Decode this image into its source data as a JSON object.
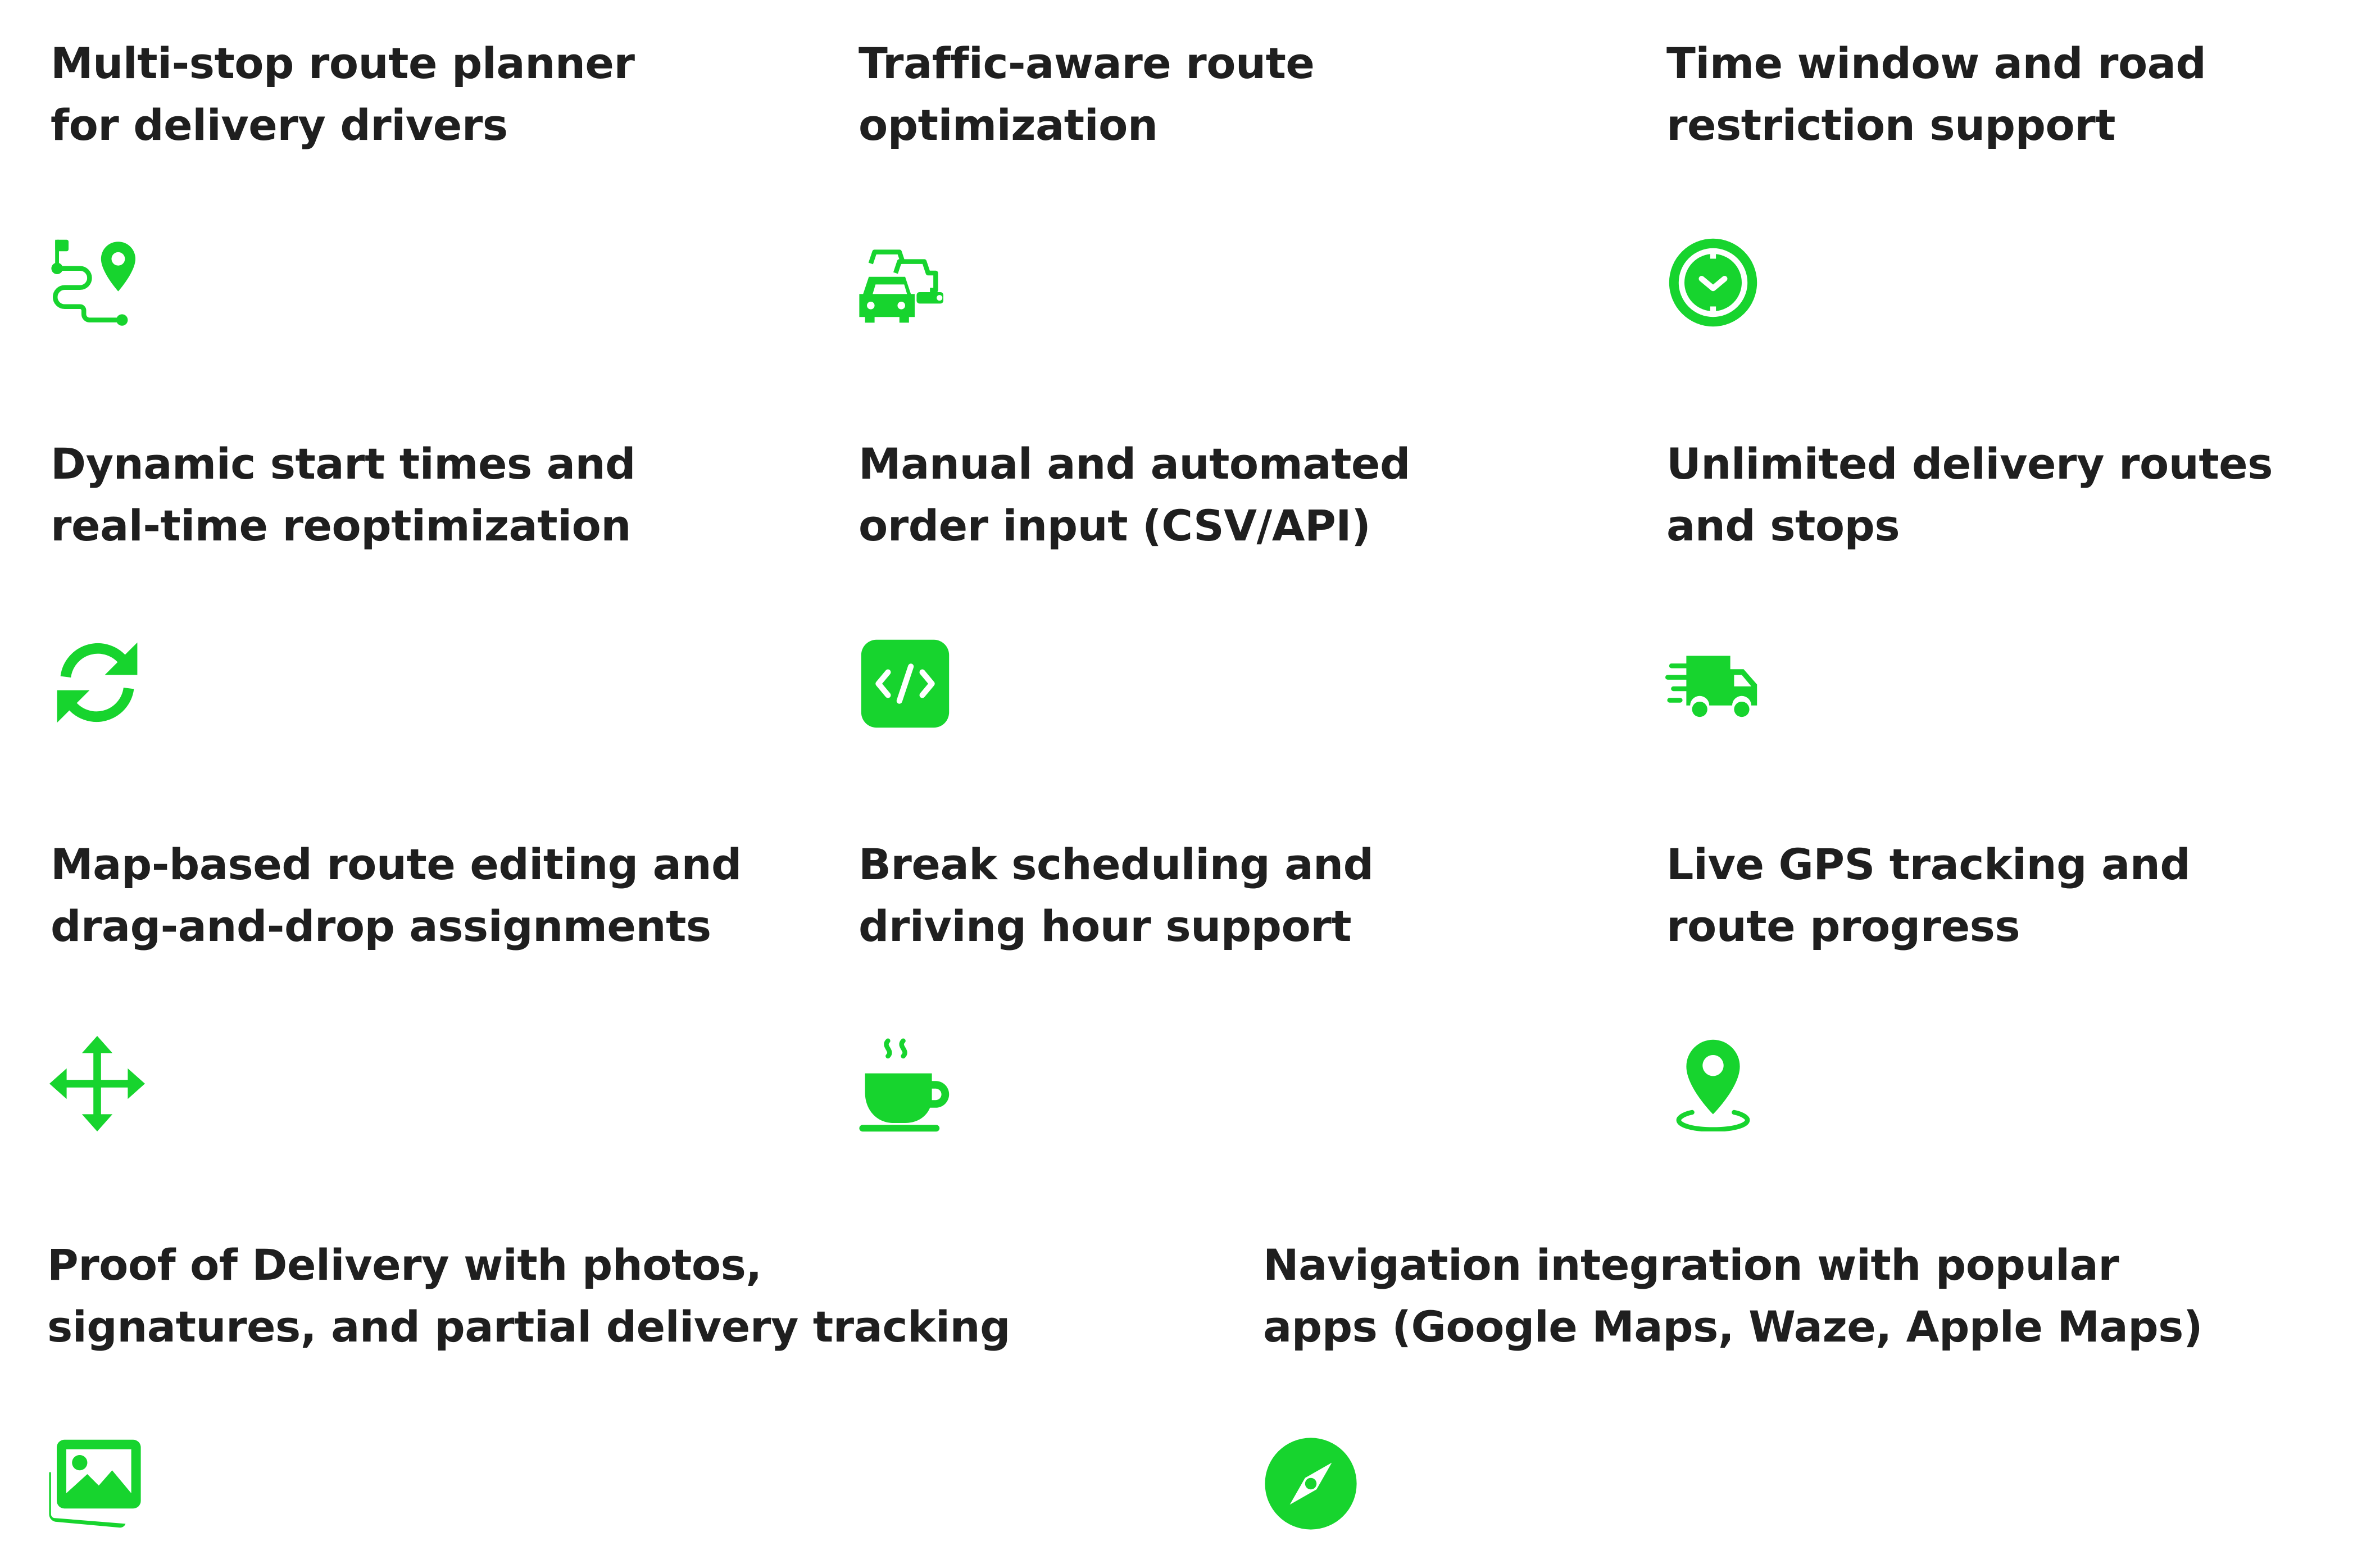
{
  "accent_color": "#17d42e",
  "features": [
    {
      "id": "multi-stop",
      "title_line1": "Multi-stop route planner",
      "title_line2": "for delivery drivers",
      "icon": "route-pin-icon"
    },
    {
      "id": "traffic",
      "title_line1": "Traffic-aware route",
      "title_line2": "optimization",
      "icon": "traffic-cars-icon"
    },
    {
      "id": "time-window",
      "title_line1": "Time window and road",
      "title_line2": "restriction support",
      "icon": "clock-icon"
    },
    {
      "id": "dynamic-start",
      "title_line1": "Dynamic start times and",
      "title_line2": "real-time reoptimization",
      "icon": "refresh-icon"
    },
    {
      "id": "order-input",
      "title_line1": "Manual and automated",
      "title_line2": "order input (CSV/API)",
      "icon": "code-icon"
    },
    {
      "id": "unlimited",
      "title_line1": "Unlimited delivery routes",
      "title_line2": "and stops",
      "icon": "fast-truck-icon"
    },
    {
      "id": "map-editing",
      "title_line1": "Map-based route editing and",
      "title_line2": "drag-and-drop assignments",
      "icon": "move-arrows-icon"
    },
    {
      "id": "breaks",
      "title_line1": "Break scheduling and",
      "title_line2": "driving hour support",
      "icon": "coffee-cup-icon"
    },
    {
      "id": "gps",
      "title_line1": "Live GPS tracking and",
      "title_line2": "route progress",
      "icon": "location-pin-icon"
    },
    {
      "id": "pod",
      "title_line1": "Proof of Delivery with photos,",
      "title_line2": "signatures, and partial delivery tracking",
      "icon": "images-icon"
    },
    {
      "id": "navigation",
      "title_line1": "Navigation integration with popular",
      "title_line2": "apps (Google Maps, Waze, Apple Maps)",
      "icon": "compass-icon"
    }
  ]
}
